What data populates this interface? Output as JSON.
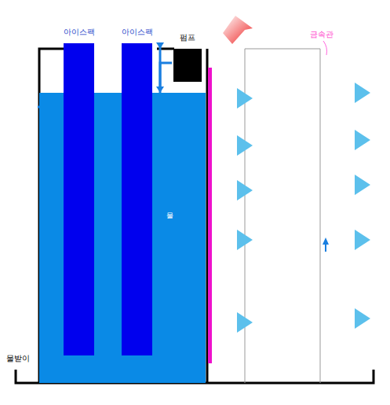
{
  "diagram": {
    "nodes": [
      {
        "text": [
          "물"
        ]
      },
      {
        "text": [
          "아이스팩"
        ]
      },
      {
        "text": [
          "아이스팩"
        ]
      },
      {
        "text": [
          "펌프"
        ]
      }
    ],
    "edges": [
      {
        "from": 0,
        "to": 3,
        "arrow": "to"
      },
      {
        "from": 3,
        "to": 0,
        "arrow": "to"
      }
    ],
    "labels": [
      "금속관",
      "물받이"
    ]
  }
}
